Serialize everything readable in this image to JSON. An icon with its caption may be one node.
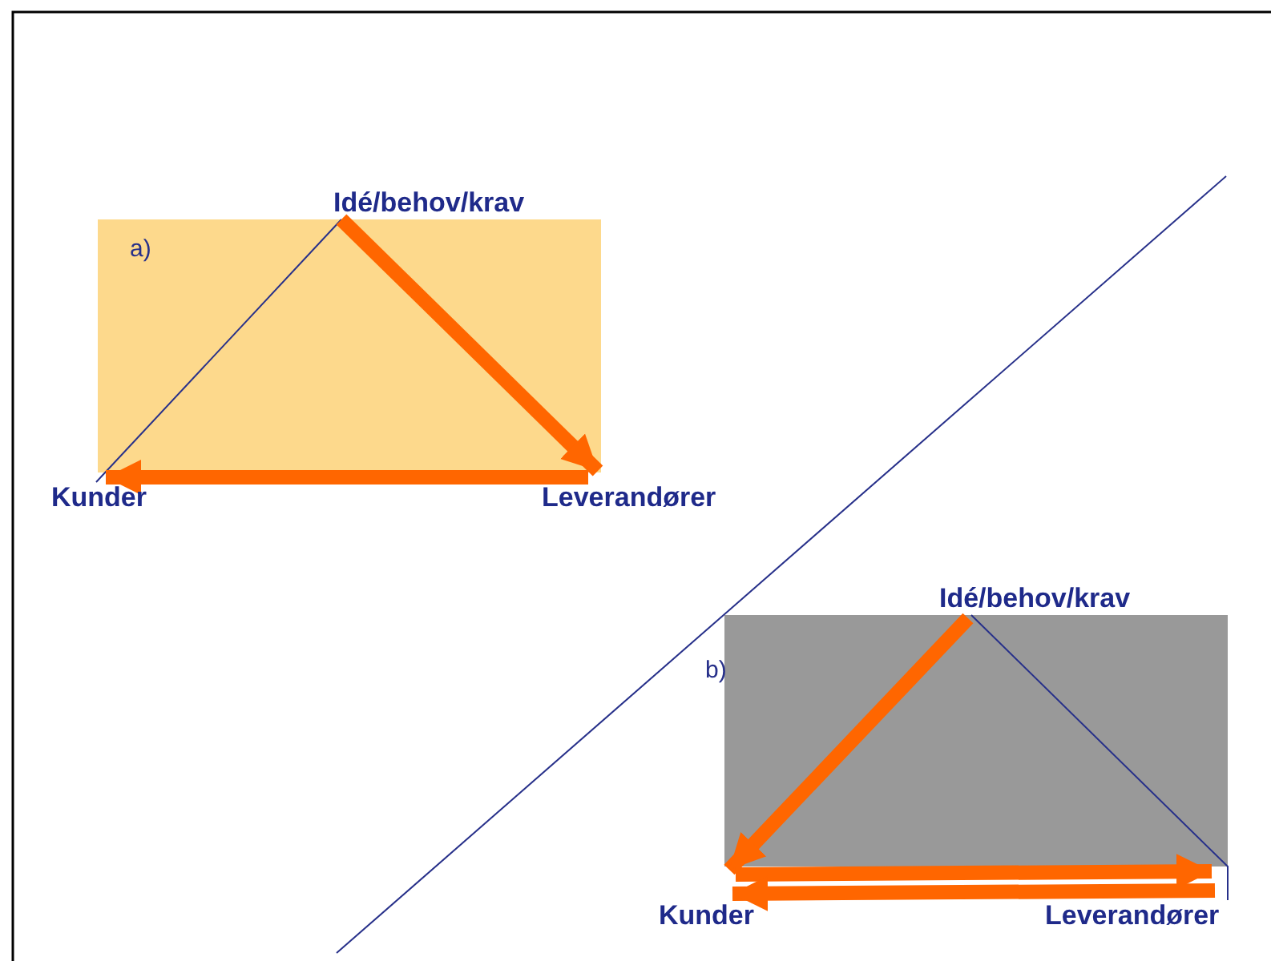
{
  "diagram": {
    "nodes": [
      {
        "text": [
          "Idé/behov/krav"
        ]
      },
      {
        "text": [
          "Kunder"
        ]
      },
      {
        "text": [
          "Leverandører"
        ]
      },
      {
        "text": [
          "Idé/behov/krav"
        ]
      },
      {
        "text": [
          "Kunder"
        ]
      },
      {
        "text": [
          "Leverandører"
        ]
      }
    ],
    "edges": [
      {
        "from": 0,
        "to": 2,
        "arrow": "to"
      },
      {
        "from": 2,
        "to": 1,
        "arrow": "to"
      },
      {
        "from": 0,
        "to": 1,
        "arrow": "none",
        "color": "#27308a"
      },
      {
        "from": 3,
        "to": 4,
        "arrow": "to"
      },
      {
        "from": 4,
        "to": 5,
        "arrow": "to"
      },
      {
        "from": 5,
        "to": 4,
        "arrow": "to"
      },
      {
        "from": 3,
        "to": 5,
        "arrow": "none",
        "color": "#27308a"
      }
    ],
    "labels": [
      "a)",
      "b)"
    ]
  }
}
